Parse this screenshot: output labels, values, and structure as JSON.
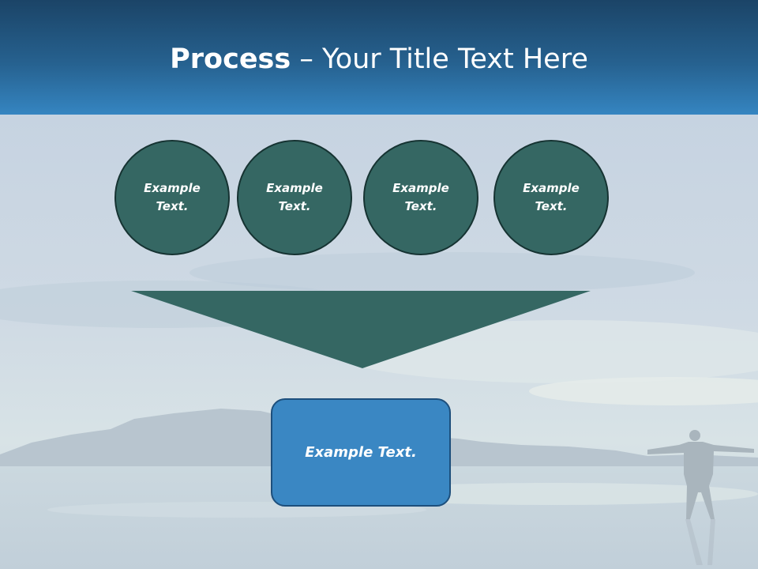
{
  "slide": {
    "title_bold": "Process",
    "title_rest": " – Your Title Text Here"
  },
  "circles": [
    {
      "text": "Example Text."
    },
    {
      "text": "Example Text."
    },
    {
      "text": "Example Text."
    },
    {
      "text": "Example Text."
    }
  ],
  "result": {
    "text": "Example Text."
  },
  "colors": {
    "header_top": "#1b4467",
    "header_bottom": "#3585c1",
    "circle_fill": "#356763",
    "circle_border": "#163332",
    "funnel_fill": "#356763",
    "result_fill": "#3a87c3",
    "result_border": "#1d4f7c"
  }
}
